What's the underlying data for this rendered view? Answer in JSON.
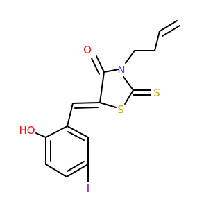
{
  "molecule": {
    "atoms": {
      "O_carbonyl": {
        "label": "O",
        "color": "#ff0d0d"
      },
      "N": {
        "label": "N",
        "color": "#3050f8"
      },
      "S_ring": {
        "label": "S",
        "color": "#c8a800"
      },
      "S_thione": {
        "label": "S",
        "color": "#c8a800"
      },
      "HO": {
        "label": "HO",
        "color": "#ff0d0d"
      },
      "I": {
        "label": "I",
        "color": "#940094"
      }
    },
    "bond_color": "#000000"
  }
}
